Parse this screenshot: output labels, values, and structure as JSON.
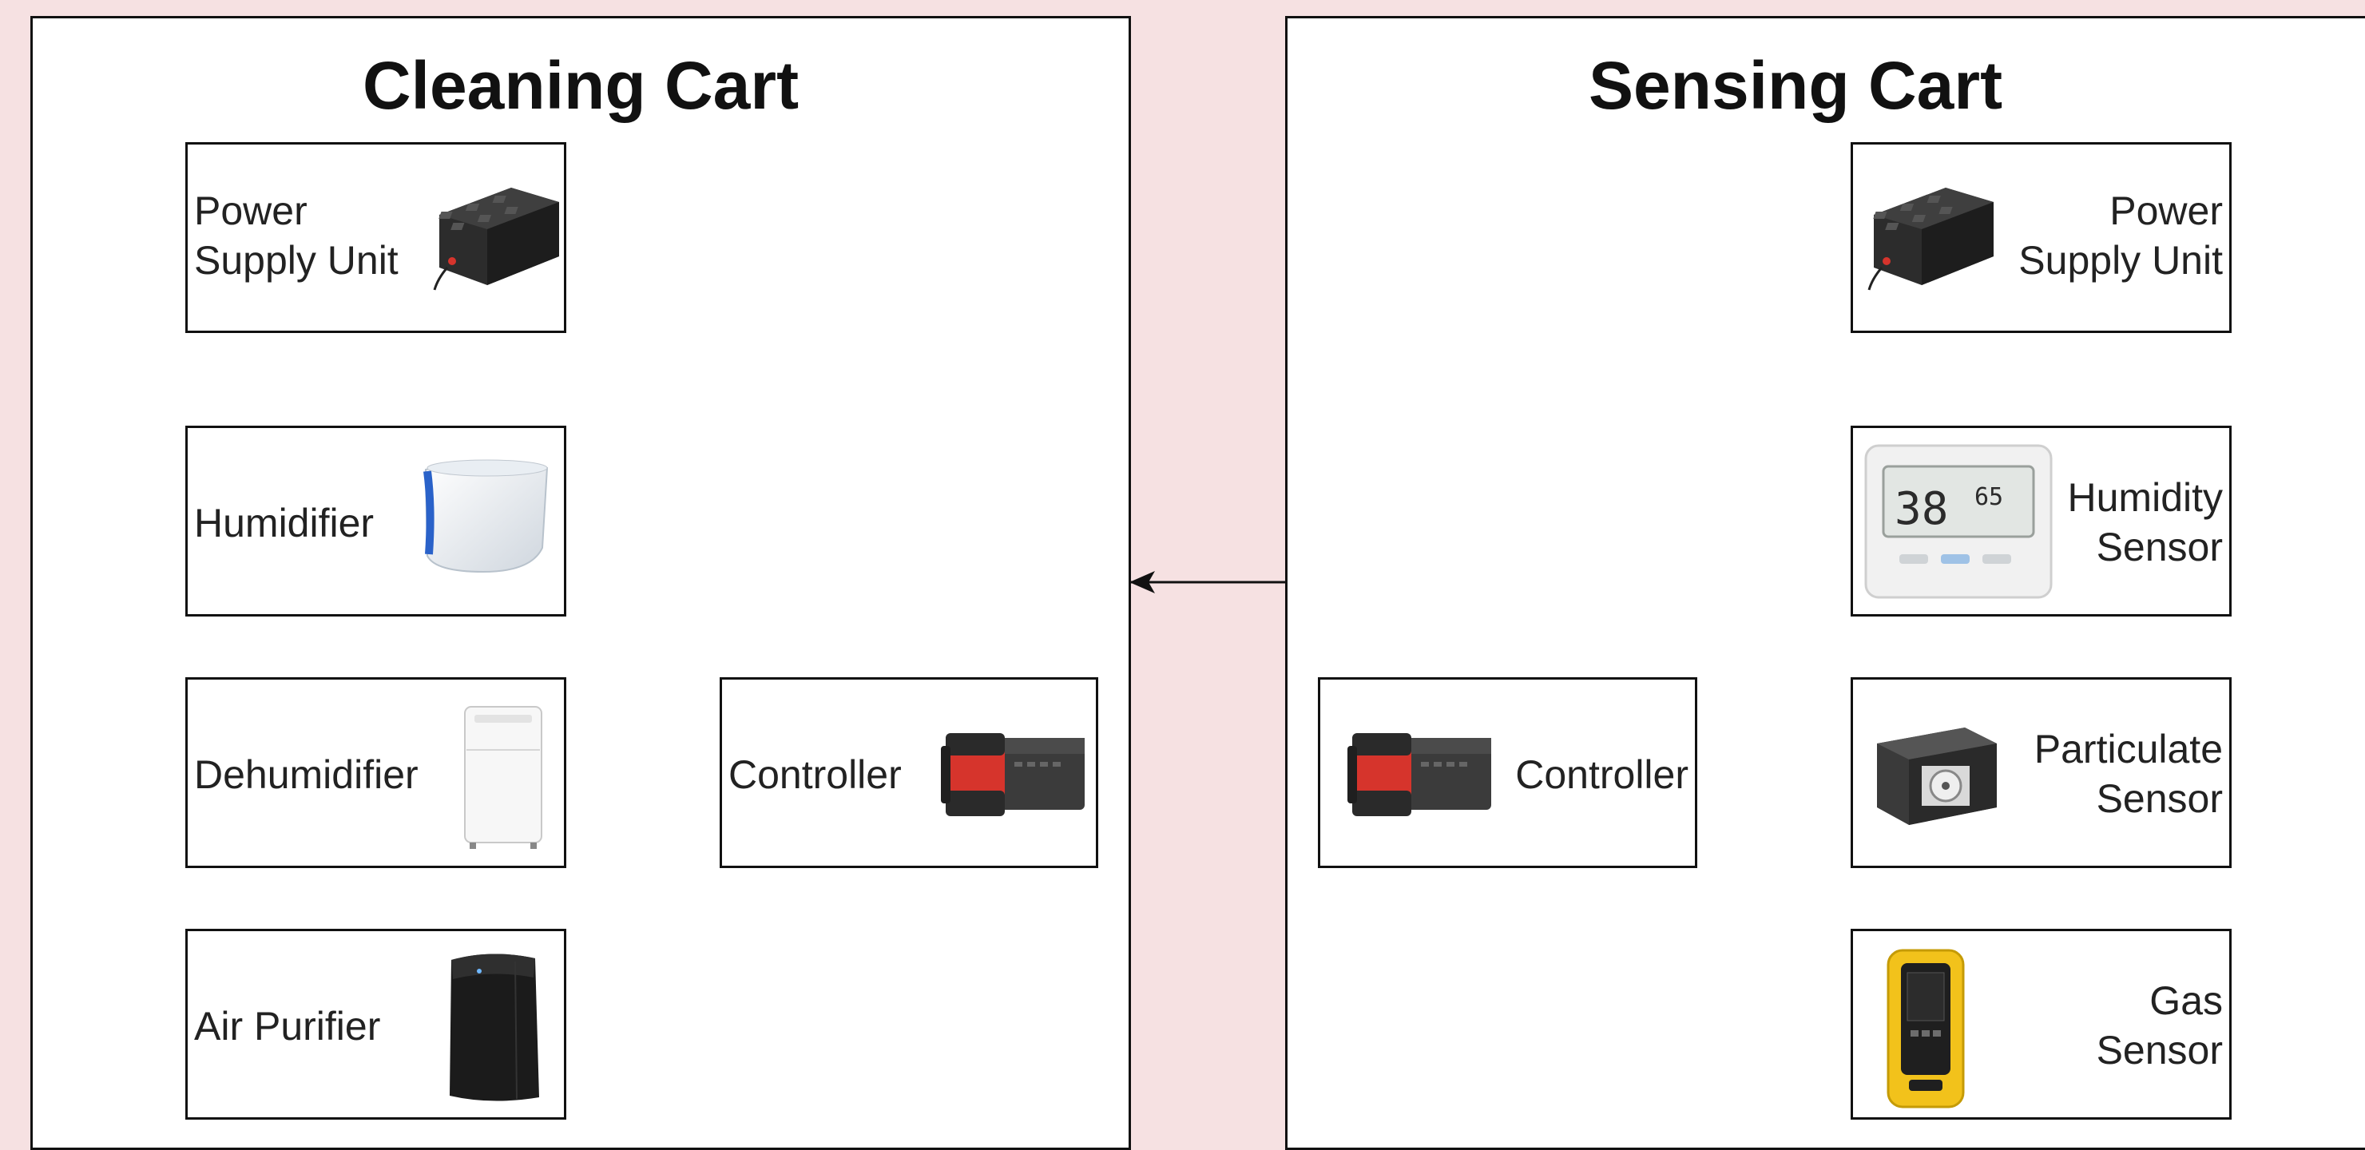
{
  "left_panel": {
    "title": "Cleaning Cart"
  },
  "right_panel": {
    "title": "Sensing Cart"
  },
  "cleaning_cart": {
    "power_supply": {
      "label_line1": "Power",
      "label_line2": "Supply Unit",
      "icon": "power-supply-icon"
    },
    "humidifier": {
      "label": "Humidifier",
      "icon": "humidifier-icon"
    },
    "dehumidifier": {
      "label": "Dehumidifier",
      "icon": "dehumidifier-icon"
    },
    "air_purifier": {
      "label": "Air Purifier",
      "icon": "air-purifier-icon"
    },
    "controller": {
      "label": "Controller",
      "icon": "controller-icon"
    }
  },
  "sensing_cart": {
    "power_supply": {
      "label_line1": "Power",
      "label_line2": "Supply Unit",
      "icon": "power-supply-icon"
    },
    "humidity_sensor": {
      "label_line1": "Humidity",
      "label_line2": "Sensor",
      "icon": "humidity-sensor-icon",
      "display_temp": "38",
      "display_humidity": "65"
    },
    "particulate_sensor": {
      "label_line1": "Particulate",
      "label_line2": "Sensor",
      "icon": "particulate-sensor-icon"
    },
    "gas_sensor": {
      "label_line1": "Gas",
      "label_line2": "Sensor",
      "icon": "gas-sensor-icon"
    },
    "controller": {
      "label": "Controller",
      "icon": "controller-icon"
    }
  },
  "colors": {
    "background": "#f6e1e2",
    "line": "#111111",
    "controller_red": "#d6342c",
    "gas_sensor_yellow": "#f2c21b"
  }
}
